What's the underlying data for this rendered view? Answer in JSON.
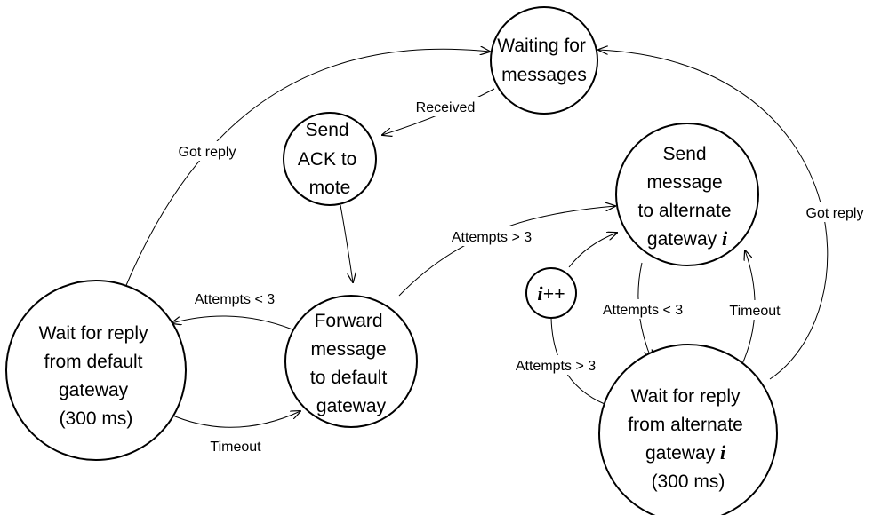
{
  "nodes": {
    "waiting": {
      "lines": [
        "Waiting for",
        "messages"
      ]
    },
    "send_ack": {
      "lines": [
        "Send",
        "ACK to",
        "mote"
      ]
    },
    "forward_default": {
      "lines": [
        "Forward",
        "message",
        "to default",
        "gateway"
      ]
    },
    "wait_default": {
      "lines": [
        "Wait for reply",
        "from default",
        "gateway",
        "(300 ms)"
      ]
    },
    "send_alternate": {
      "lines": [
        "Send",
        "message",
        "to alternate"
      ],
      "last_line": "gateway ",
      "last_var": "i"
    },
    "wait_alternate": {
      "lines": [
        "Wait for reply",
        "from alternate"
      ],
      "var_line": "gateway ",
      "var": "i",
      "tail": "(300 ms)"
    },
    "increment": {
      "label": "i++"
    }
  },
  "edges": {
    "received": "Received",
    "got_reply_default": "Got reply",
    "attempts_lt3_default": "Attempts < 3",
    "timeout_default": "Timeout",
    "attempts_gt3_forward": "Attempts > 3",
    "attempts_lt3_alt": "Attempts < 3",
    "timeout_alt": "Timeout",
    "attempts_gt3_alt": "Attempts > 3",
    "got_reply_alt": "Got reply"
  }
}
